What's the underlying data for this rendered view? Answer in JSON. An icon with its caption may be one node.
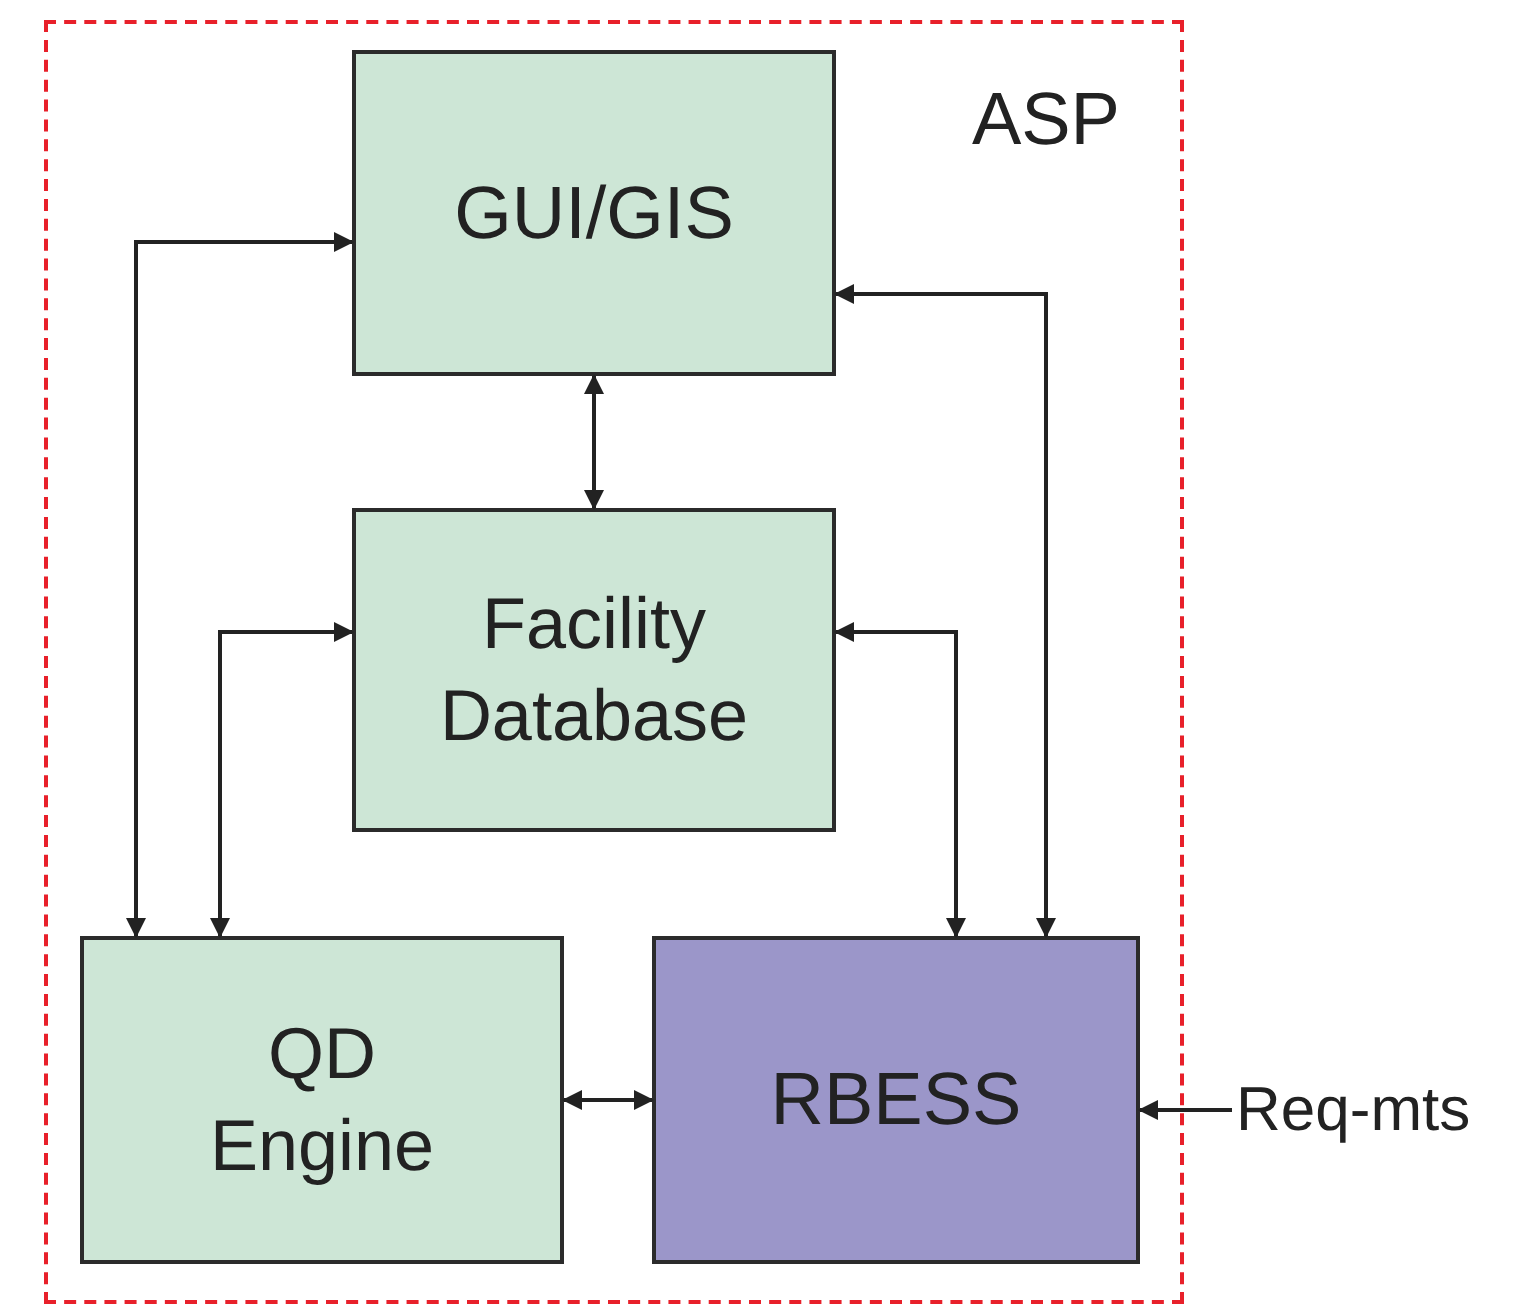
{
  "diagram": {
    "nodes": [
      {
        "text": [
          "ASP"
        ]
      },
      {
        "text": [
          "GUI/GIS"
        ],
        "in": 0
      },
      {
        "text": [
          "Facility Database"
        ],
        "in": 0
      },
      {
        "text": [
          "QD Engine"
        ],
        "in": 0
      },
      {
        "text": [
          "RBESS"
        ],
        "in": 0
      },
      {
        "text": [
          "Req-mts"
        ]
      }
    ],
    "edges": [
      {
        "from": 1,
        "to": 2,
        "arrow": "both"
      },
      {
        "from": 1,
        "to": 3,
        "arrow": "both"
      },
      {
        "from": 2,
        "to": 3,
        "arrow": "both"
      },
      {
        "from": 1,
        "to": 4,
        "arrow": "both"
      },
      {
        "from": 2,
        "to": 4,
        "arrow": "both"
      },
      {
        "from": 3,
        "to": 4,
        "arrow": "both"
      },
      {
        "from": 5,
        "to": 4,
        "arrow": "to"
      }
    ]
  }
}
